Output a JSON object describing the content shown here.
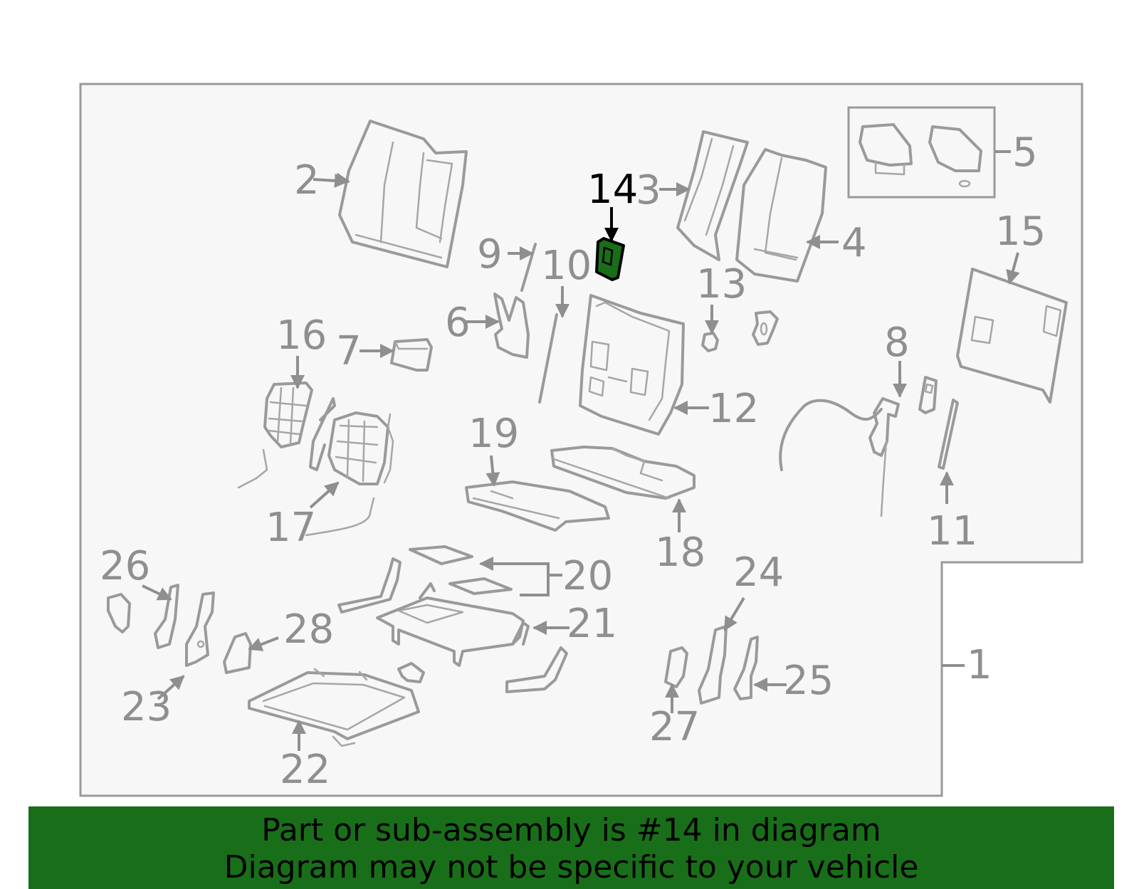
{
  "callouts": {
    "c1": "1",
    "c2": "2",
    "c3": "3",
    "c4": "4",
    "c5": "5",
    "c6": "6",
    "c7": "7",
    "c8": "8",
    "c9": "9",
    "c10": "10",
    "c11": "11",
    "c12": "12",
    "c13": "13",
    "c14": "14",
    "c15": "15",
    "c16": "16",
    "c17": "17",
    "c18": "18",
    "c19": "19",
    "c20": "20",
    "c21": "21",
    "c22": "22",
    "c23": "23",
    "c24": "24",
    "c25": "25",
    "c26": "26",
    "c27": "27",
    "c28": "28"
  },
  "highlight": {
    "part_number": "14",
    "color": "#1a6e1a"
  },
  "colors": {
    "diagram_line": "#9a9a9a",
    "panel_background": "#f7f7f7",
    "footer_background": "#196f19"
  },
  "footer": {
    "line1": "Part or sub-assembly is #14 in diagram",
    "line2": "Diagram may not be specific to your vehicle"
  }
}
